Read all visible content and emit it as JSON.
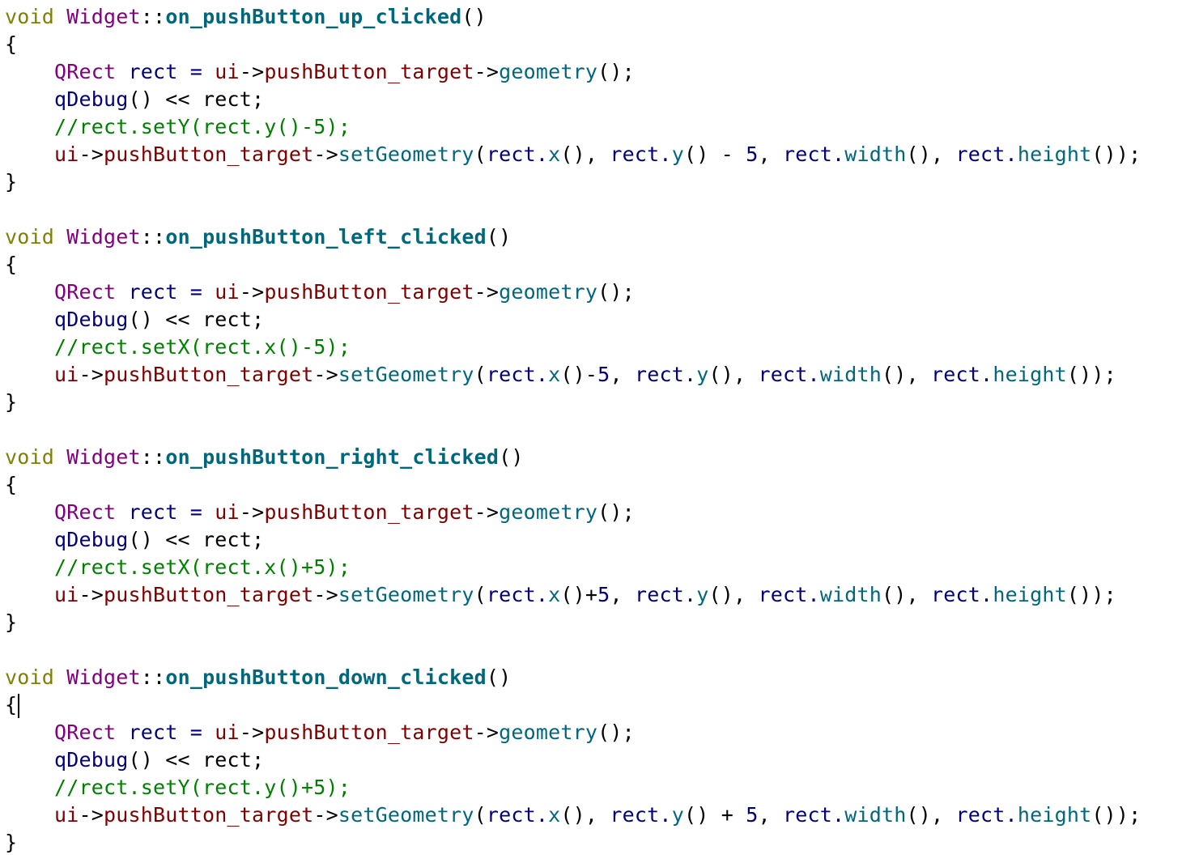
{
  "editor": {
    "lines": [
      [
        {
          "t": "void",
          "c": "kw"
        },
        {
          "t": " ",
          "c": ""
        },
        {
          "t": "Widget",
          "c": "cls"
        },
        {
          "t": "::",
          "c": "op"
        },
        {
          "t": "on_pushButton_up_clicked",
          "c": "fn"
        },
        {
          "t": "()",
          "c": "op"
        }
      ],
      [
        {
          "t": "{",
          "c": "op"
        }
      ],
      [
        {
          "t": "    ",
          "c": ""
        },
        {
          "t": "QRect",
          "c": "cls"
        },
        {
          "t": " rect = ",
          "c": ""
        },
        {
          "t": "ui",
          "c": "mem"
        },
        {
          "t": "->",
          "c": "op"
        },
        {
          "t": "pushButton_target",
          "c": "mem"
        },
        {
          "t": "->",
          "c": "op"
        },
        {
          "t": "geometry",
          "c": "mth"
        },
        {
          "t": "();",
          "c": "op"
        }
      ],
      [
        {
          "t": "    ",
          "c": ""
        },
        {
          "t": "qDebug",
          "c": ""
        },
        {
          "t": "() << rect;",
          "c": "op"
        }
      ],
      [
        {
          "t": "    ",
          "c": ""
        },
        {
          "t": "//rect.setY(rect.y()-5);",
          "c": "cmt"
        }
      ],
      [
        {
          "t": "    ",
          "c": ""
        },
        {
          "t": "ui",
          "c": "mem"
        },
        {
          "t": "->",
          "c": "op"
        },
        {
          "t": "pushButton_target",
          "c": "mem"
        },
        {
          "t": "->",
          "c": "op"
        },
        {
          "t": "setGeometry",
          "c": "mth"
        },
        {
          "t": "(",
          "c": "op"
        },
        {
          "t": "rect.",
          "c": ""
        },
        {
          "t": "x",
          "c": "mth"
        },
        {
          "t": "(), ",
          "c": "op"
        },
        {
          "t": "rect.",
          "c": ""
        },
        {
          "t": "y",
          "c": "mth"
        },
        {
          "t": "() - ",
          "c": "op"
        },
        {
          "t": "5",
          "c": "num"
        },
        {
          "t": ", ",
          "c": "op"
        },
        {
          "t": "rect.",
          "c": ""
        },
        {
          "t": "width",
          "c": "mth"
        },
        {
          "t": "(), ",
          "c": "op"
        },
        {
          "t": "rect.",
          "c": ""
        },
        {
          "t": "height",
          "c": "mth"
        },
        {
          "t": "());",
          "c": "op"
        }
      ],
      [
        {
          "t": "}",
          "c": "op"
        }
      ],
      [
        {
          "t": "",
          "c": ""
        }
      ],
      [
        {
          "t": "void",
          "c": "kw"
        },
        {
          "t": " ",
          "c": ""
        },
        {
          "t": "Widget",
          "c": "cls"
        },
        {
          "t": "::",
          "c": "op"
        },
        {
          "t": "on_pushButton_left_clicked",
          "c": "fn"
        },
        {
          "t": "()",
          "c": "op"
        }
      ],
      [
        {
          "t": "{",
          "c": "op"
        }
      ],
      [
        {
          "t": "    ",
          "c": ""
        },
        {
          "t": "QRect",
          "c": "cls"
        },
        {
          "t": " rect = ",
          "c": ""
        },
        {
          "t": "ui",
          "c": "mem"
        },
        {
          "t": "->",
          "c": "op"
        },
        {
          "t": "pushButton_target",
          "c": "mem"
        },
        {
          "t": "->",
          "c": "op"
        },
        {
          "t": "geometry",
          "c": "mth"
        },
        {
          "t": "();",
          "c": "op"
        }
      ],
      [
        {
          "t": "    ",
          "c": ""
        },
        {
          "t": "qDebug",
          "c": ""
        },
        {
          "t": "() << rect;",
          "c": "op"
        }
      ],
      [
        {
          "t": "    ",
          "c": ""
        },
        {
          "t": "//rect.setX(rect.x()-5);",
          "c": "cmt"
        }
      ],
      [
        {
          "t": "    ",
          "c": ""
        },
        {
          "t": "ui",
          "c": "mem"
        },
        {
          "t": "->",
          "c": "op"
        },
        {
          "t": "pushButton_target",
          "c": "mem"
        },
        {
          "t": "->",
          "c": "op"
        },
        {
          "t": "setGeometry",
          "c": "mth"
        },
        {
          "t": "(",
          "c": "op"
        },
        {
          "t": "rect.",
          "c": ""
        },
        {
          "t": "x",
          "c": "mth"
        },
        {
          "t": "()-",
          "c": "op"
        },
        {
          "t": "5",
          "c": "num"
        },
        {
          "t": ", ",
          "c": "op"
        },
        {
          "t": "rect.",
          "c": ""
        },
        {
          "t": "y",
          "c": "mth"
        },
        {
          "t": "(), ",
          "c": "op"
        },
        {
          "t": "rect.",
          "c": ""
        },
        {
          "t": "width",
          "c": "mth"
        },
        {
          "t": "(), ",
          "c": "op"
        },
        {
          "t": "rect.",
          "c": ""
        },
        {
          "t": "height",
          "c": "mth"
        },
        {
          "t": "());",
          "c": "op"
        }
      ],
      [
        {
          "t": "}",
          "c": "op"
        }
      ],
      [
        {
          "t": "",
          "c": ""
        }
      ],
      [
        {
          "t": "void",
          "c": "kw"
        },
        {
          "t": " ",
          "c": ""
        },
        {
          "t": "Widget",
          "c": "cls"
        },
        {
          "t": "::",
          "c": "op"
        },
        {
          "t": "on_pushButton_right_clicked",
          "c": "fn"
        },
        {
          "t": "()",
          "c": "op"
        }
      ],
      [
        {
          "t": "{",
          "c": "op"
        }
      ],
      [
        {
          "t": "    ",
          "c": ""
        },
        {
          "t": "QRect",
          "c": "cls"
        },
        {
          "t": " rect = ",
          "c": ""
        },
        {
          "t": "ui",
          "c": "mem"
        },
        {
          "t": "->",
          "c": "op"
        },
        {
          "t": "pushButton_target",
          "c": "mem"
        },
        {
          "t": "->",
          "c": "op"
        },
        {
          "t": "geometry",
          "c": "mth"
        },
        {
          "t": "();",
          "c": "op"
        }
      ],
      [
        {
          "t": "    ",
          "c": ""
        },
        {
          "t": "qDebug",
          "c": ""
        },
        {
          "t": "() << rect;",
          "c": "op"
        }
      ],
      [
        {
          "t": "    ",
          "c": ""
        },
        {
          "t": "//rect.setX(rect.x()+5);",
          "c": "cmt"
        }
      ],
      [
        {
          "t": "    ",
          "c": ""
        },
        {
          "t": "ui",
          "c": "mem"
        },
        {
          "t": "->",
          "c": "op"
        },
        {
          "t": "pushButton_target",
          "c": "mem"
        },
        {
          "t": "->",
          "c": "op"
        },
        {
          "t": "setGeometry",
          "c": "mth"
        },
        {
          "t": "(",
          "c": "op"
        },
        {
          "t": "rect.",
          "c": ""
        },
        {
          "t": "x",
          "c": "mth"
        },
        {
          "t": "()+",
          "c": "op"
        },
        {
          "t": "5",
          "c": "num"
        },
        {
          "t": ", ",
          "c": "op"
        },
        {
          "t": "rect.",
          "c": ""
        },
        {
          "t": "y",
          "c": "mth"
        },
        {
          "t": "(), ",
          "c": "op"
        },
        {
          "t": "rect.",
          "c": ""
        },
        {
          "t": "width",
          "c": "mth"
        },
        {
          "t": "(), ",
          "c": "op"
        },
        {
          "t": "rect.",
          "c": ""
        },
        {
          "t": "height",
          "c": "mth"
        },
        {
          "t": "());",
          "c": "op"
        }
      ],
      [
        {
          "t": "}",
          "c": "op"
        }
      ],
      [
        {
          "t": "",
          "c": ""
        }
      ],
      [
        {
          "t": "void",
          "c": "kw"
        },
        {
          "t": " ",
          "c": ""
        },
        {
          "t": "Widget",
          "c": "cls"
        },
        {
          "t": "::",
          "c": "op"
        },
        {
          "t": "on_pushButton_down_clicked",
          "c": "fn"
        },
        {
          "t": "()",
          "c": "op"
        }
      ],
      [
        {
          "t": "{",
          "c": "op"
        }
      ],
      [
        {
          "t": "    ",
          "c": ""
        },
        {
          "t": "QRect",
          "c": "cls"
        },
        {
          "t": " rect = ",
          "c": ""
        },
        {
          "t": "ui",
          "c": "mem"
        },
        {
          "t": "->",
          "c": "op"
        },
        {
          "t": "pushButton_target",
          "c": "mem"
        },
        {
          "t": "->",
          "c": "op"
        },
        {
          "t": "geometry",
          "c": "mth"
        },
        {
          "t": "();",
          "c": "op"
        }
      ],
      [
        {
          "t": "    ",
          "c": ""
        },
        {
          "t": "qDebug",
          "c": ""
        },
        {
          "t": "() << rect;",
          "c": "op"
        }
      ],
      [
        {
          "t": "    ",
          "c": ""
        },
        {
          "t": "//rect.setY(rect.y()+5);",
          "c": "cmt"
        }
      ],
      [
        {
          "t": "    ",
          "c": ""
        },
        {
          "t": "ui",
          "c": "mem"
        },
        {
          "t": "->",
          "c": "op"
        },
        {
          "t": "pushButton_target",
          "c": "mem"
        },
        {
          "t": "->",
          "c": "op"
        },
        {
          "t": "setGeometry",
          "c": "mth"
        },
        {
          "t": "(",
          "c": "op"
        },
        {
          "t": "rect.",
          "c": ""
        },
        {
          "t": "x",
          "c": "mth"
        },
        {
          "t": "(), ",
          "c": "op"
        },
        {
          "t": "rect.",
          "c": ""
        },
        {
          "t": "y",
          "c": "mth"
        },
        {
          "t": "() + ",
          "c": "op"
        },
        {
          "t": "5",
          "c": "num"
        },
        {
          "t": ", ",
          "c": "op"
        },
        {
          "t": "rect.",
          "c": ""
        },
        {
          "t": "width",
          "c": "mth"
        },
        {
          "t": "(), ",
          "c": "op"
        },
        {
          "t": "rect.",
          "c": ""
        },
        {
          "t": "height",
          "c": "mth"
        },
        {
          "t": "());",
          "c": "op"
        }
      ],
      [
        {
          "t": "}",
          "c": "op"
        }
      ]
    ],
    "cursor_line": 25
  },
  "colors": {
    "keyword": "#808000",
    "class": "#800080",
    "function_definition": "#00677c",
    "method": "#00677c",
    "member": "#800000",
    "comment": "#008000",
    "number": "#000080",
    "identifier": "#000080",
    "operator": "#000000",
    "background": "#ffffff"
  }
}
